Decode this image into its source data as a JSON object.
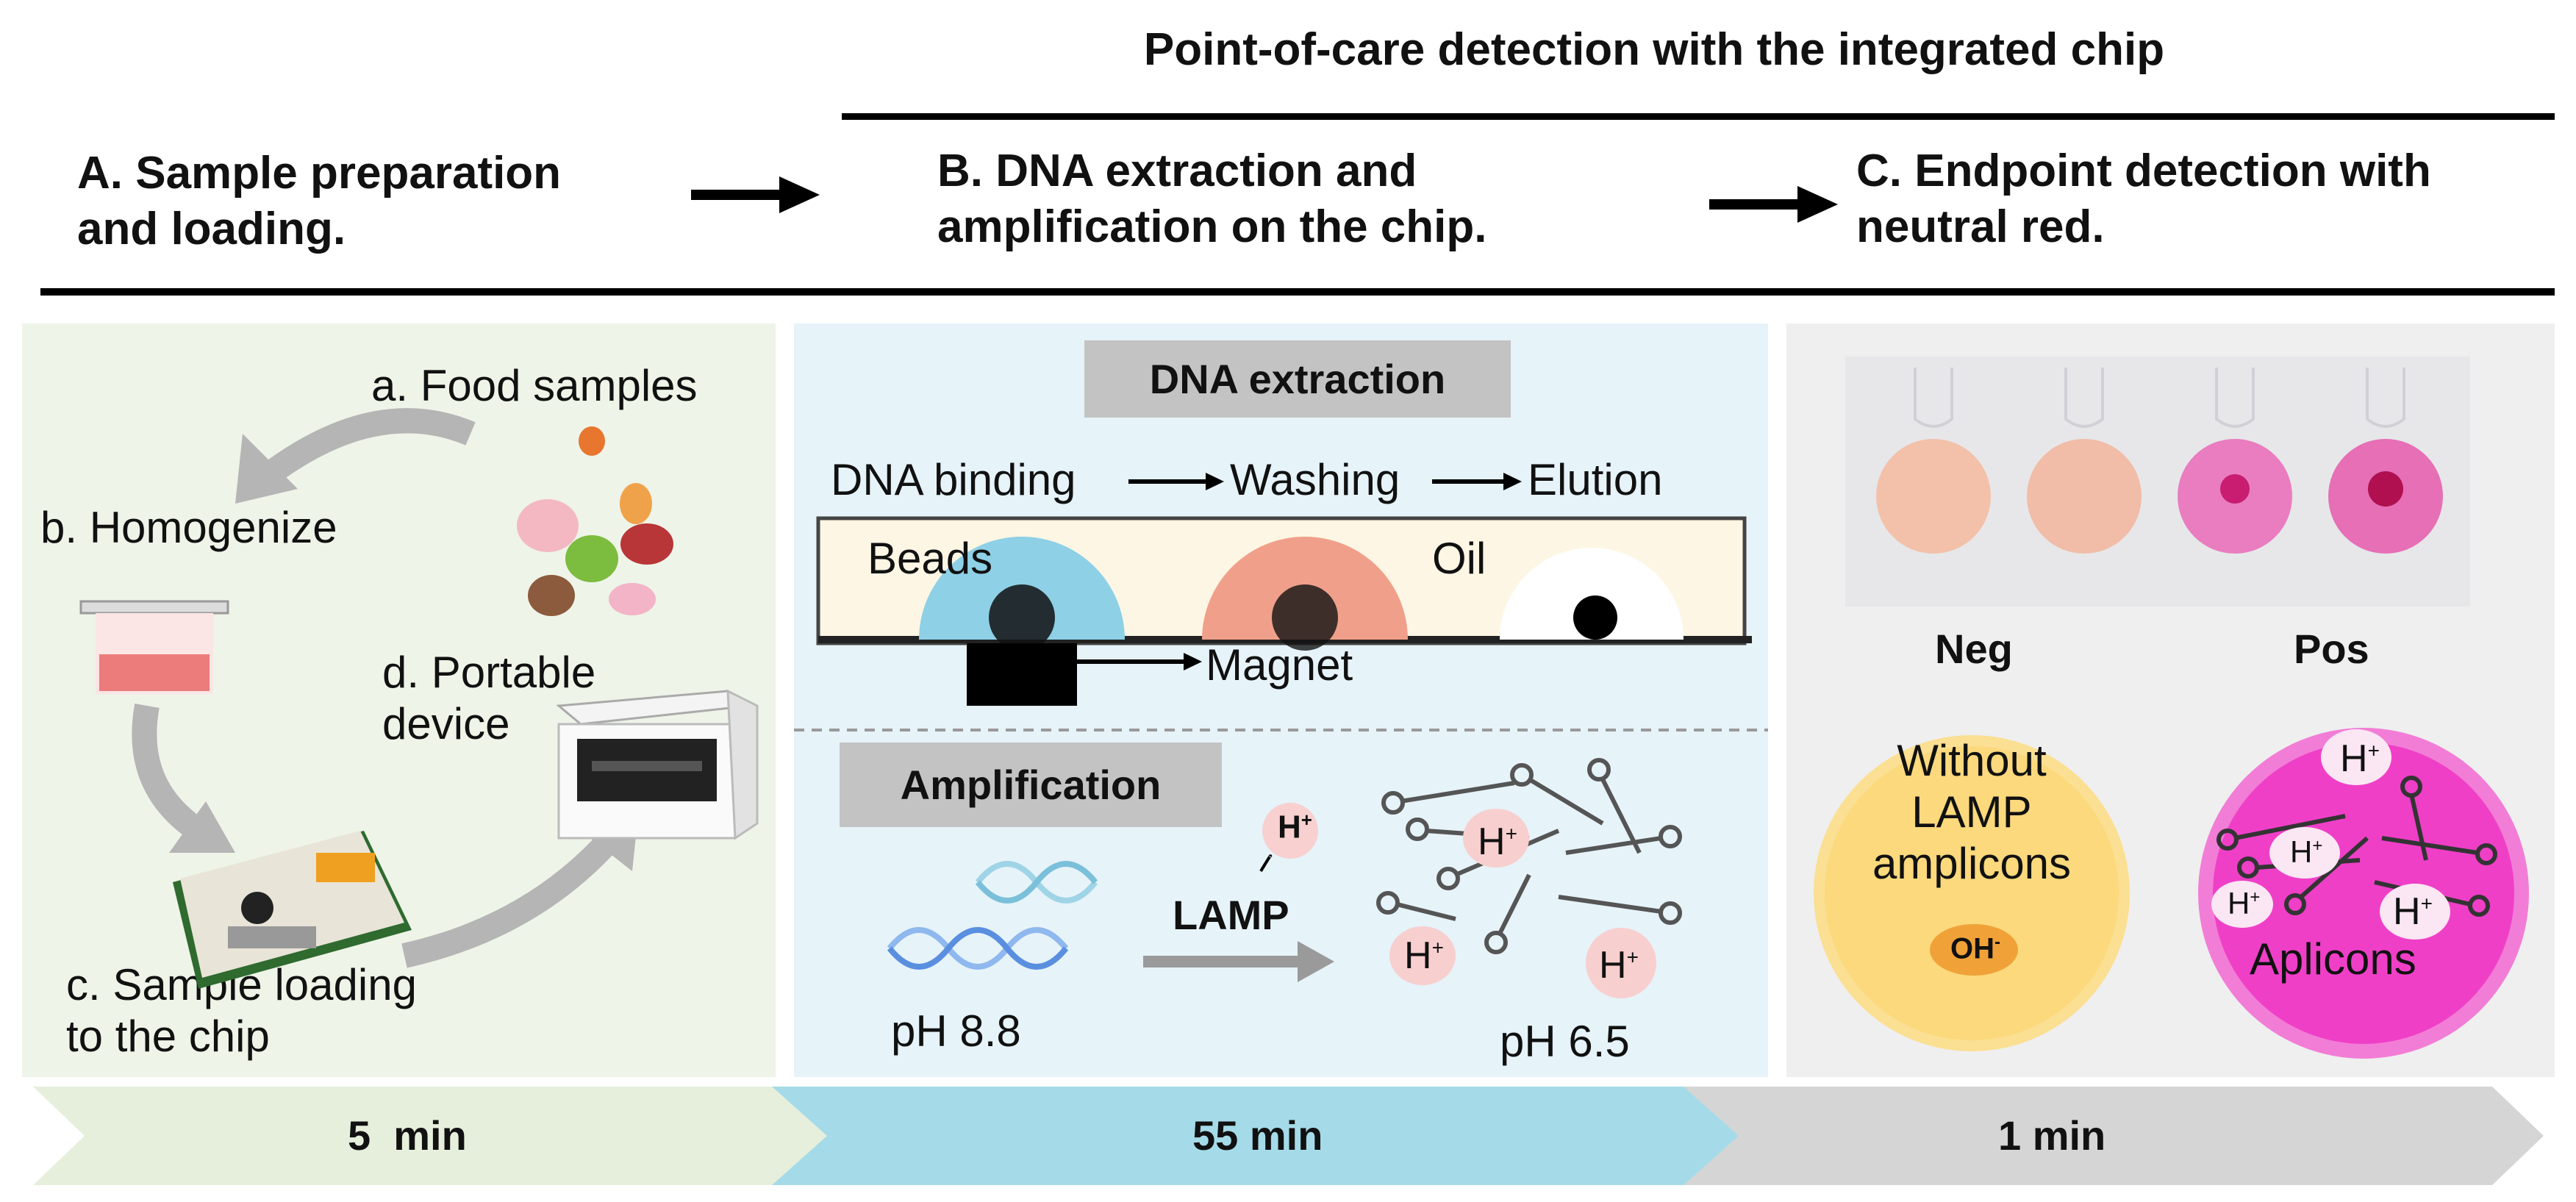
{
  "header": {
    "top_title": "Point-of-care detection with the integrated chip",
    "step_a": [
      "A. Sample preparation",
      "and loading."
    ],
    "step_b": [
      "B. DNA extraction and",
      "amplification on the chip."
    ],
    "step_c": [
      "C. Endpoint detection with",
      "neutral red."
    ]
  },
  "panel_a": {
    "food": "a. Food samples",
    "homogenize": "b. Homogenize",
    "portable": [
      "d. Portable",
      "device"
    ],
    "loading": [
      "c. Sample loading",
      "to the chip"
    ]
  },
  "panel_b": {
    "extraction_title": "DNA extraction",
    "flow": [
      "DNA binding",
      "Washing",
      "Elution"
    ],
    "beads": "Beads",
    "oil": "Oil",
    "magnet": "Magnet",
    "amplification_title": "Amplification",
    "lamp": "LAMP",
    "ph_start": "pH 8.8",
    "ph_end": "pH 6.5",
    "h_plus": "H",
    "plus": "+"
  },
  "panel_c": {
    "neg_label": "Neg",
    "pos_label": "Pos",
    "neg_text": [
      "Without",
      "LAMP",
      "amplicons"
    ],
    "oh": "OH",
    "minus": "-",
    "pos_text": "Aplicons"
  },
  "timeline": {
    "t1": "5  min",
    "t2": "55 min",
    "t3": "1 min"
  },
  "colors": {
    "panel_a_bg": "#eef4e8",
    "panel_b_bg": "#e6f3f9",
    "panel_c_bg": "#efefef",
    "timeline_a": "#e6efdc",
    "timeline_b": "#a5dbe8",
    "timeline_c": "#d5d5d5",
    "neg_circle": "#fbd97c",
    "pos_circle": "#ef3fc7"
  }
}
